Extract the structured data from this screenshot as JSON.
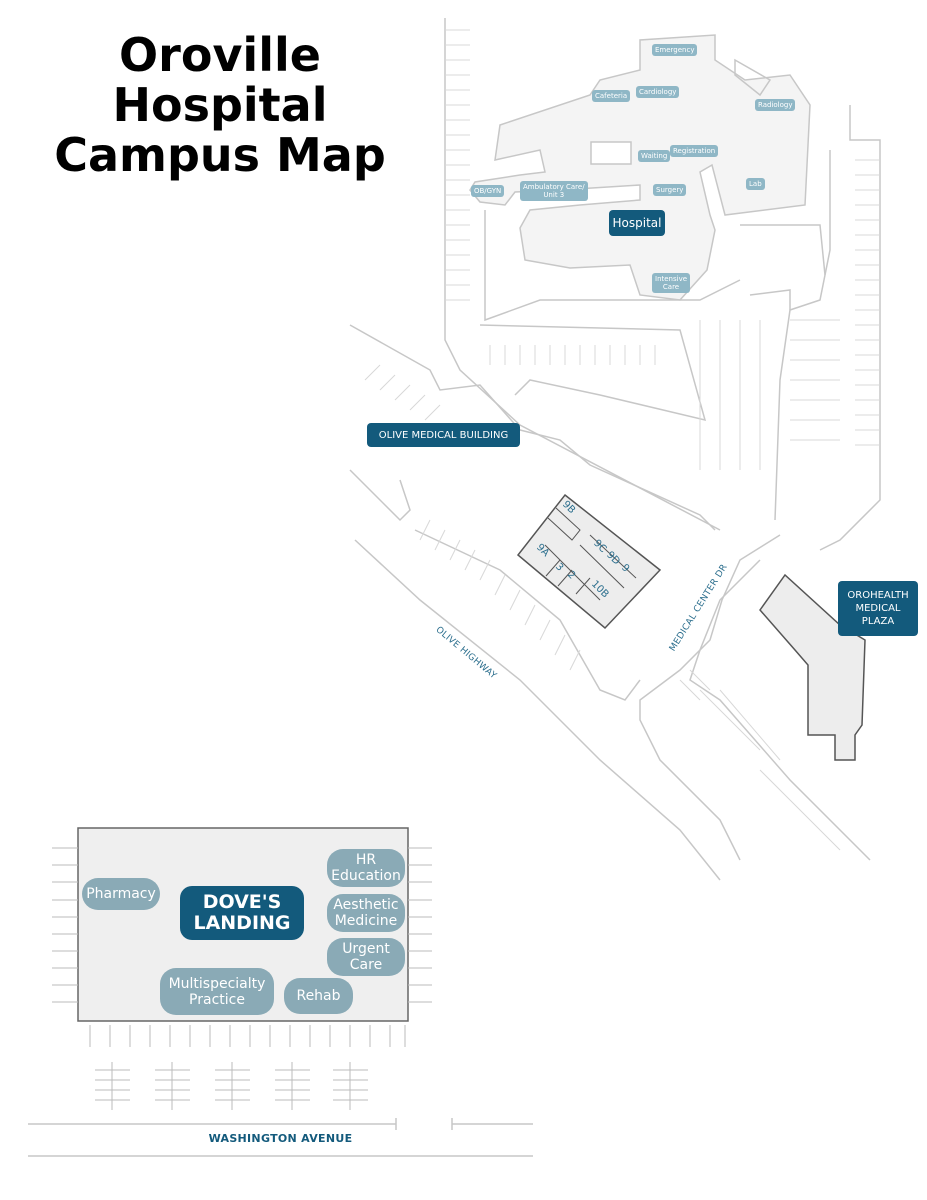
{
  "title": {
    "line1": "Oroville Hospital",
    "line2": "Campus Map"
  },
  "hospital": {
    "label": "Hospital",
    "departments": {
      "emergency": "Emergency",
      "cafeteria": "Cafeteria",
      "cardiology": "Cardiology",
      "radiology": "Radiology",
      "waiting": "Waiting",
      "registration": "Registration",
      "obgyn": "OB/GYN",
      "ambulatory": "Ambulatory Care/\nUnit 3",
      "surgery": "Surgery",
      "lab": "Lab",
      "intensive": "Intensive\nCare"
    }
  },
  "buildings": {
    "olive_medical": "OLIVE MEDICAL BUILDING",
    "orohealth": "OROHEALTH\nMEDICAL\nPLAZA"
  },
  "suites": [
    "9B",
    "9C",
    "9D",
    "9",
    "9A",
    "3",
    "2",
    "10B"
  ],
  "roads": {
    "olive_highway": "OLIVE HIGHWAY",
    "medical_center": "MEDICAL CENTER DR",
    "washington": "WASHINGTON AVENUE"
  },
  "doves_landing": {
    "name": "DOVE'S\nLANDING",
    "units": {
      "pharmacy": "Pharmacy",
      "hr": "HR\nEducation",
      "aesthetic": "Aesthetic\nMedicine",
      "urgent": "Urgent\nCare",
      "multispecialty": "Multispecialty\nPractice",
      "rehab": "Rehab"
    }
  },
  "colors": {
    "label_dark": "#135a7c",
    "label_light": "#8fb7c6",
    "building_fill": "#f1f1f1",
    "line": "#c8c8c8"
  }
}
